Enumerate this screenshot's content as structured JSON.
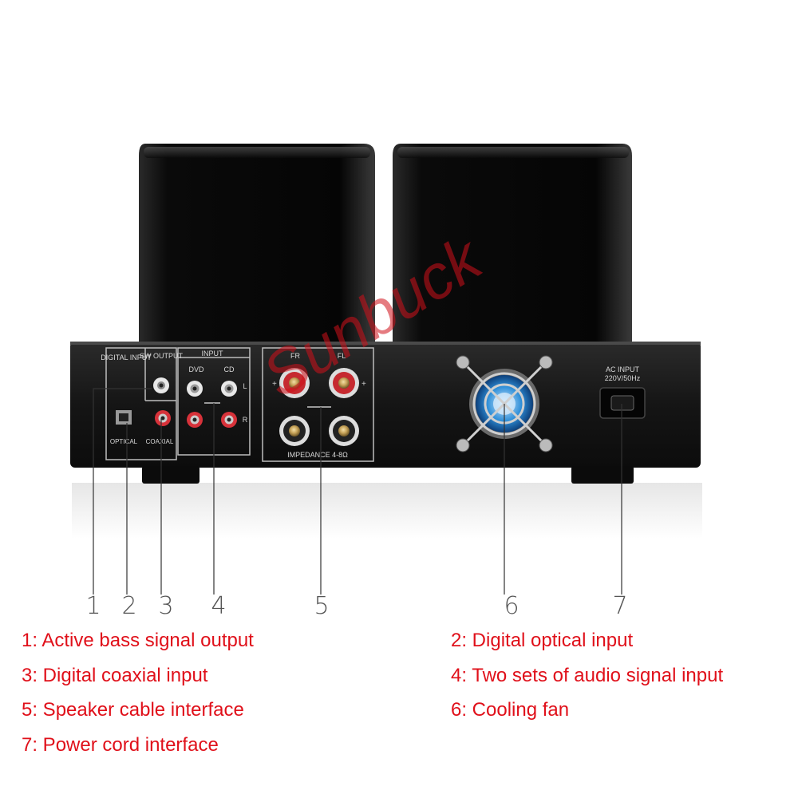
{
  "watermark": "Sunbuck",
  "panel": {
    "digital_input": "DIGITAL INPUT",
    "sw_output": "SW OUTPUT",
    "input": "INPUT",
    "dvd": "DVD",
    "cd": "CD",
    "left": "L",
    "right": "R",
    "optical": "OPTICAL",
    "coaxial": "COAXIAL",
    "fr": "FR",
    "fl": "FL",
    "impedance": "IMPEDANCE  4-8Ω",
    "ac_input": "AC INPUT",
    "ac_spec": "220V/50Hz"
  },
  "callouts": [
    "1",
    "2",
    "3",
    "4",
    "5",
    "6",
    "7"
  ],
  "legend": [
    "1: Active bass signal output",
    "2: Digital optical input",
    "3: Digital coaxial input",
    "4: Two sets of audio signal input",
    "5: Speaker cable interface",
    "6: Cooling fan",
    "7: Power cord interface"
  ],
  "colors": {
    "legend_text": "#e0101a",
    "watermark": "#d0101a",
    "chassis": "#141414"
  }
}
